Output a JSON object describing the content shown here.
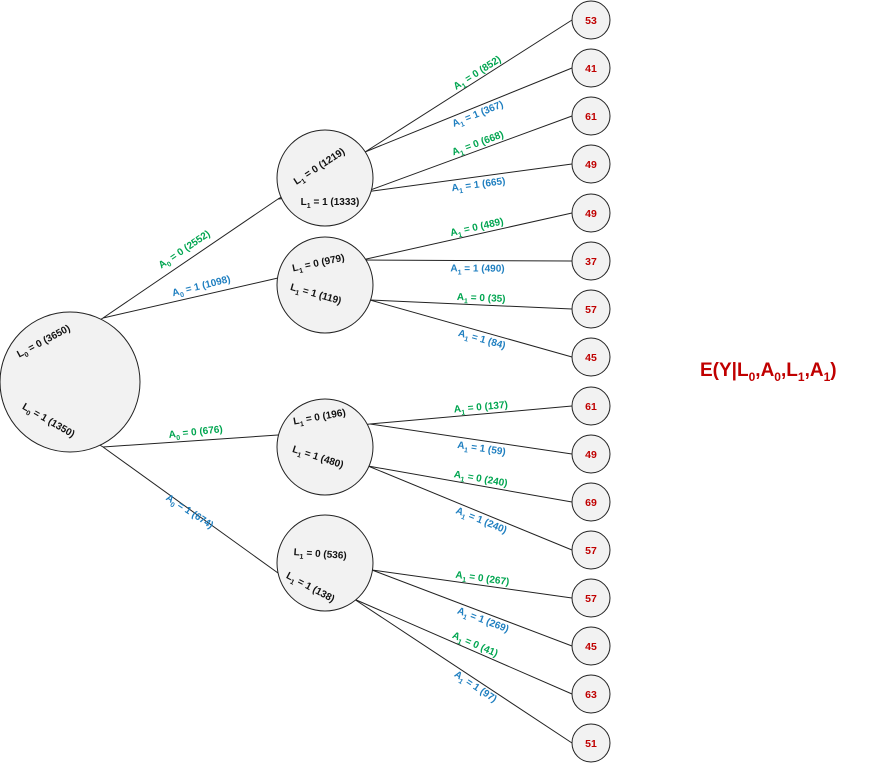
{
  "colors": {
    "a0_green": "#00a550",
    "a1_blue": "#1f7fc0",
    "value_red": "#c00000",
    "text_black": "#111111",
    "line": "#222222",
    "circle_fill": "#f2f2f2"
  },
  "title": "E(Y|L0,A0,L1,A1)",
  "root": {
    "l0_0": "L0 = 0 (3650)",
    "l0_1": "L0 = 1 (1350)"
  },
  "l0_0": {
    "a0_0": "A0 = 0 (2552)",
    "a0_1": "A0 = 1 (1098)"
  },
  "l0_1": {
    "a0_0": "A0 = 0 (676)",
    "a0_1": "A0 = 1 (674)"
  },
  "nodes": [
    {
      "l1_0": "L1 = 0 (1219)",
      "l1_1": "L1 = 1 (1333)"
    },
    {
      "l1_0": "L1 = 0 (979)",
      "l1_1": "L1 = 1 (119)"
    },
    {
      "l1_0": "L1 = 0 (196)",
      "l1_1": "L1 = 1 (480)"
    },
    {
      "l1_0": "L1 = 0 (536)",
      "l1_1": "L1 = 1 (138)"
    }
  ],
  "a1_branches": [
    "A1 = 0 (852)",
    "A1 = 1 (367)",
    "A1 = 0 (668)",
    "A1 = 1 (665)",
    "A1 = 0 (489)",
    "A1 = 1 (490)",
    "A1 = 0 (35)",
    "A1 = 1 (84)",
    "A1 = 0 (137)",
    "A1 = 1 (59)",
    "A1 = 0 (240)",
    "A1 = 1 (240)",
    "A1 = 0 (267)",
    "A1 = 1 (269)",
    "A1 = 0 (41)",
    "A1 = 1 (97)"
  ],
  "leaves": [
    "53",
    "41",
    "61",
    "49",
    "49",
    "37",
    "57",
    "45",
    "61",
    "49",
    "69",
    "57",
    "57",
    "45",
    "63",
    "51"
  ]
}
